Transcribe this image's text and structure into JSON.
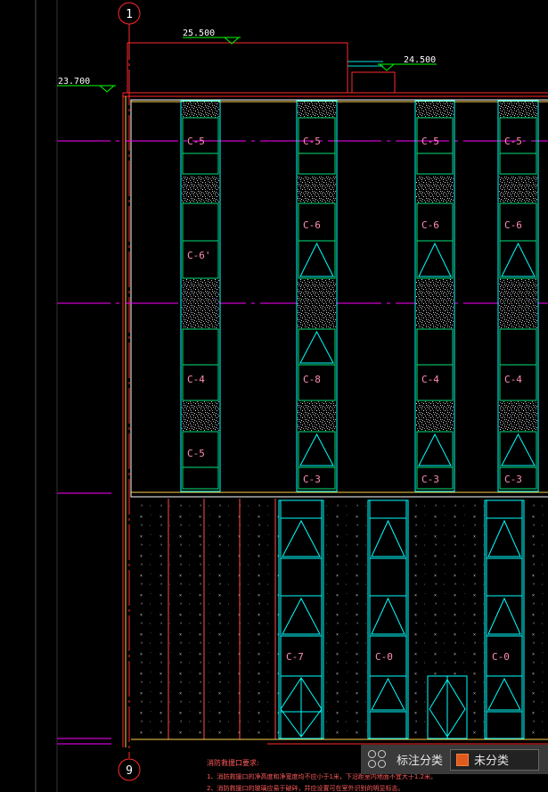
{
  "grid_axes": {
    "top": "1",
    "bottom": "9"
  },
  "levels": {
    "roof_top": "25.500",
    "parapet": "23.700",
    "stair_roof": "24.500"
  },
  "window_labels": {
    "col1": [
      "C-5",
      "C-6'",
      "C-4",
      "C-5"
    ],
    "col2": [
      "C-5",
      "C-6",
      "C-8",
      "C-3"
    ],
    "col3": [
      "C-5",
      "C-6",
      "C-4",
      "C-3"
    ],
    "col4": [
      "C-5",
      "C-6",
      "C-4",
      "C-3"
    ],
    "ground": [
      "C-7",
      "C-0",
      "C-0"
    ]
  },
  "notes": {
    "title": "消防救援口要求:",
    "line1": "1、消防救援口的净高度和净宽度均不应小于1米，下沿距室内地面不宜大于1.2米。",
    "line2": "2、消防救援口的玻璃应易于破碎，并应设置可在室外识别的明显标志。"
  },
  "tag_panel": {
    "label": "标注分类",
    "value": "未分类",
    "swatch_color": "#e05a1c"
  },
  "colors": {
    "background": "#000000",
    "outline_red": "#ff2a2a",
    "window_cyan": "#00ffff",
    "frame_green": "#00e07a",
    "axis_magenta": "#ff00ff",
    "level_green": "#00ff00",
    "text_pink": "#ff8fb0"
  }
}
